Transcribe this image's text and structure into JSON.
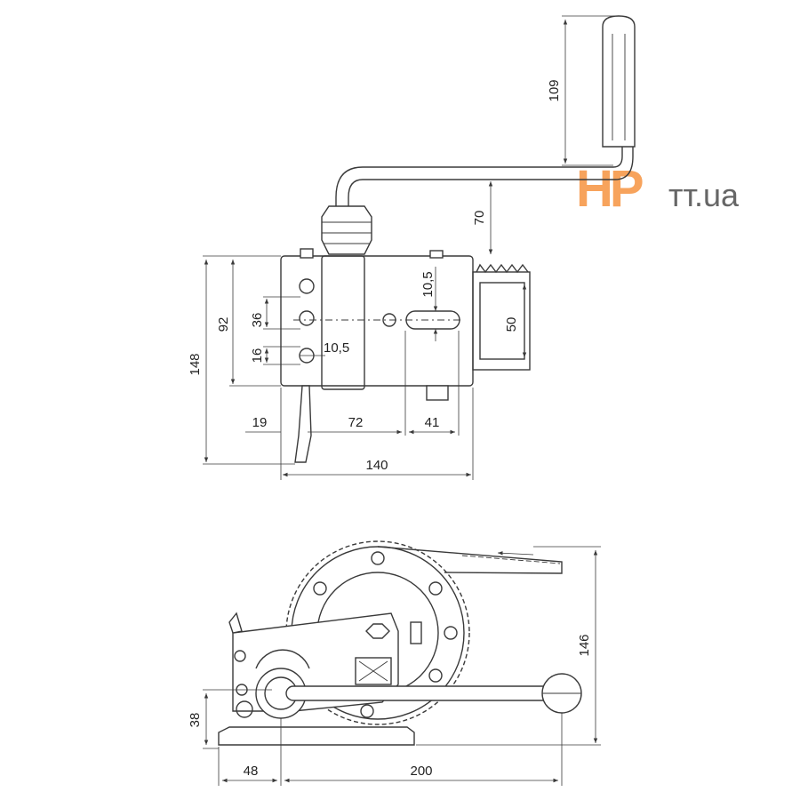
{
  "logo": {
    "brand": "HP",
    "domain": "тт.ua"
  },
  "dimensions": {
    "handle_length": "109",
    "crank_height": "70",
    "drum_width": "50",
    "slot_width": "10,5",
    "body_height": "148",
    "hole_span": "92",
    "hole_spacing": "36",
    "hole_offset": "16",
    "hole_diameter": "10,5",
    "offset_left": "19",
    "offset_mid": "72",
    "offset_right": "41",
    "overall_width": "140",
    "side_height": "146",
    "base_height": "38",
    "base_offset": "48",
    "base_length": "200"
  },
  "colors": {
    "logo_accent": "#f7a35c",
    "logo_text": "#666666",
    "line": "#3a3a3a"
  }
}
